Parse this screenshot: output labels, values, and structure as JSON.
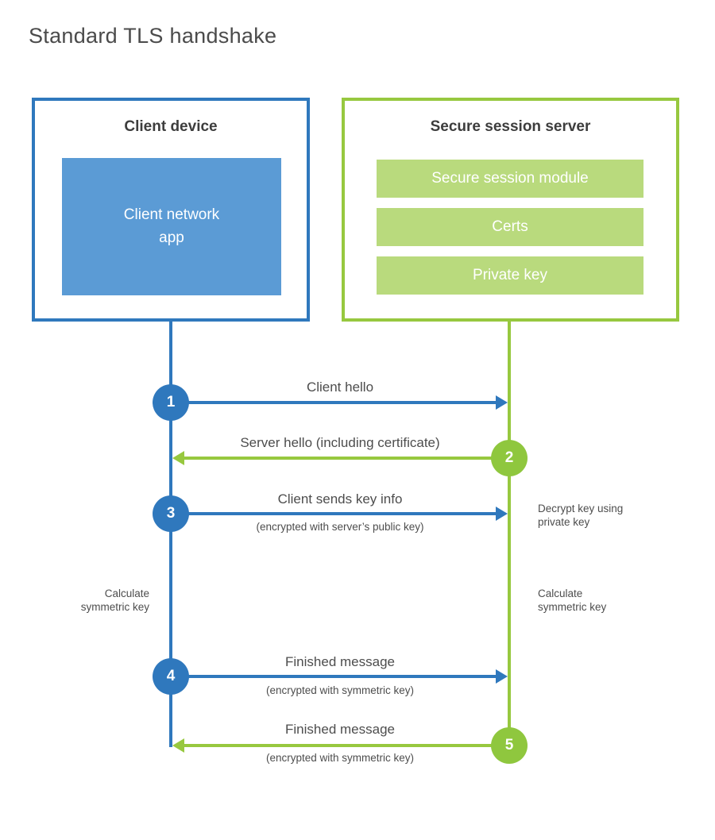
{
  "title": "Standard TLS handshake",
  "client": {
    "title": "Client device",
    "app_label": "Client network\napp"
  },
  "server": {
    "title": "Secure session server",
    "modules": [
      "Secure session module",
      "Certs",
      "Private key"
    ]
  },
  "steps": [
    {
      "number": "1",
      "direction": "client-to-server",
      "label": "Client hello",
      "sublabel": ""
    },
    {
      "number": "2",
      "direction": "server-to-client",
      "label": "Server hello (including certificate)",
      "sublabel": ""
    },
    {
      "number": "3",
      "direction": "client-to-server",
      "label": "Client sends key info",
      "sublabel": "(encrypted with server’s public key)"
    },
    {
      "number": "4",
      "direction": "client-to-server",
      "label": "Finished message",
      "sublabel": "(encrypted with symmetric key)"
    },
    {
      "number": "5",
      "direction": "server-to-client",
      "label": "Finished message",
      "sublabel": "(encrypted with symmetric key)"
    }
  ],
  "notes": {
    "decrypt": "Decrypt key using\nprivate key",
    "calculate_left": "Calculate\nsymmetric key",
    "calculate_right": "Calculate\nsymmetric key"
  },
  "colors": {
    "client_blue": "#2f78bd",
    "client_fill_blue": "#5b9bd5",
    "server_green": "#97c83f",
    "server_fill_green": "#b9da7d",
    "label_gray": "#4d4d4d"
  }
}
